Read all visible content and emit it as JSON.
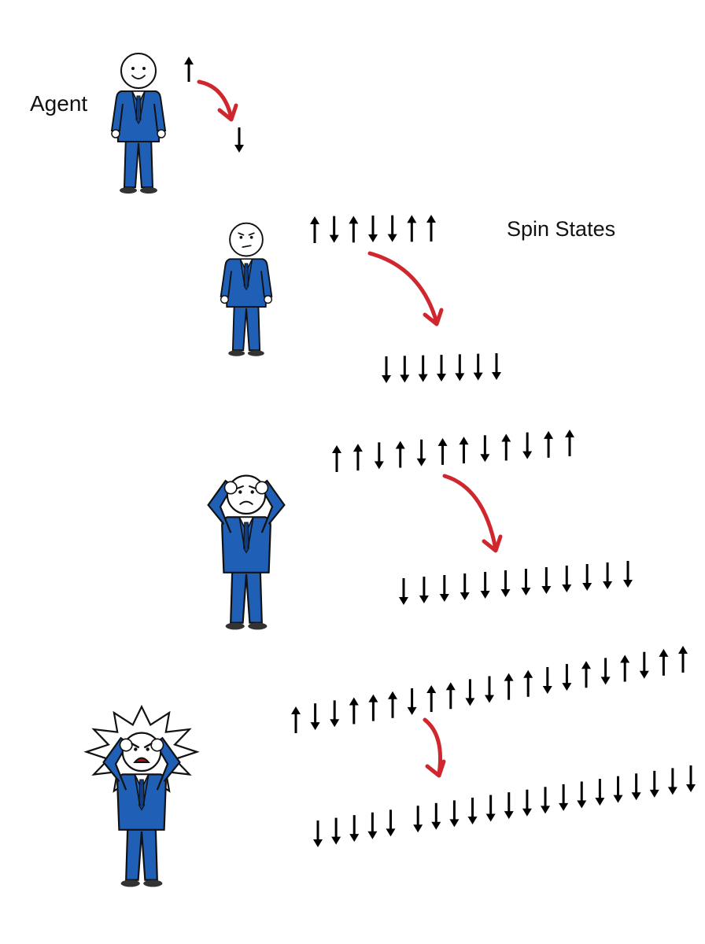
{
  "labels": {
    "agent": "Agent",
    "spin_states": "Spin States"
  },
  "colors": {
    "suit": "#1f5fb5",
    "arrow_red": "#d0262e",
    "spin": "#000000",
    "shoe": "#333333"
  },
  "figures": [
    {
      "mood": "happy",
      "pose": "standing"
    },
    {
      "mood": "annoyed",
      "pose": "standing"
    },
    {
      "mood": "worried",
      "pose": "hands-on-head"
    },
    {
      "mood": "angry",
      "pose": "hands-on-head-burst"
    }
  ],
  "rows": [
    {
      "before": [
        "up"
      ],
      "after": [
        "down"
      ]
    },
    {
      "before": [
        "up",
        "down",
        "up",
        "down",
        "down",
        "up",
        "up"
      ],
      "after": [
        "down",
        "down",
        "down",
        "down",
        "down",
        "down",
        "down"
      ]
    },
    {
      "before": [
        "up",
        "up",
        "down",
        "up",
        "down",
        "up",
        "up",
        "down",
        "up",
        "down",
        "up",
        "up"
      ],
      "after": [
        "down",
        "down",
        "down",
        "down",
        "down",
        "down",
        "down",
        "down",
        "down",
        "down",
        "down",
        "down"
      ]
    },
    {
      "before": [
        "up",
        "down",
        "down",
        "up",
        "up",
        "up",
        "down",
        "up",
        "up",
        "down",
        "down",
        "up",
        "up",
        "down",
        "down",
        "up",
        "down",
        "up",
        "down",
        "up",
        "up"
      ],
      "after": [
        "down",
        "down",
        "down",
        "down",
        "down",
        "down",
        "down",
        "down",
        "down",
        "down",
        "down",
        "down",
        "down",
        "down",
        "down",
        "down",
        "down",
        "down",
        "down",
        "down",
        "down"
      ]
    }
  ]
}
